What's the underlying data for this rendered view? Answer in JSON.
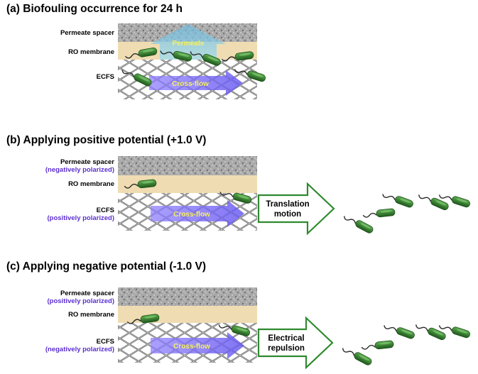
{
  "panels": [
    {
      "title": "(a) Biofouling occurrence for 24 h",
      "spacer_label": "Permeate spacer",
      "spacer_note": "",
      "membrane_label": "RO membrane",
      "ecfs_label": "ECFS",
      "ecfs_note": "",
      "permeate_text": "Permeate",
      "crossflow_text": "Cross-flow"
    },
    {
      "title": "(b) Applying positive potential (+1.0 V)",
      "spacer_label": "Permeate spacer",
      "spacer_note": "(negatively polarized)",
      "membrane_label": "RO membrane",
      "ecfs_label": "ECFS",
      "ecfs_note": "(positively polarized)",
      "crossflow_text": "Cross-flow",
      "arrow_line1": "Translation",
      "arrow_line2": "motion"
    },
    {
      "title": "(c) Applying negative potential (-1.0 V)",
      "spacer_label": "Permeate spacer",
      "spacer_note": "(positively polarized)",
      "membrane_label": "RO membrane",
      "ecfs_label": "ECFS",
      "ecfs_note": "(negatively polarized)",
      "crossflow_text": "Cross-flow",
      "arrow_line1": "Electrical",
      "arrow_line2": "repulsion"
    }
  ],
  "colors": {
    "spacer": "#9a9a9a",
    "membrane": "#efdcb2",
    "bacteria": "#2f7d2a",
    "crossflow": "#7b6cf2",
    "permeate": "#8fd0e8",
    "polarized_note": "#5b2fd1",
    "outline_arrow": "#2f8a2f"
  }
}
